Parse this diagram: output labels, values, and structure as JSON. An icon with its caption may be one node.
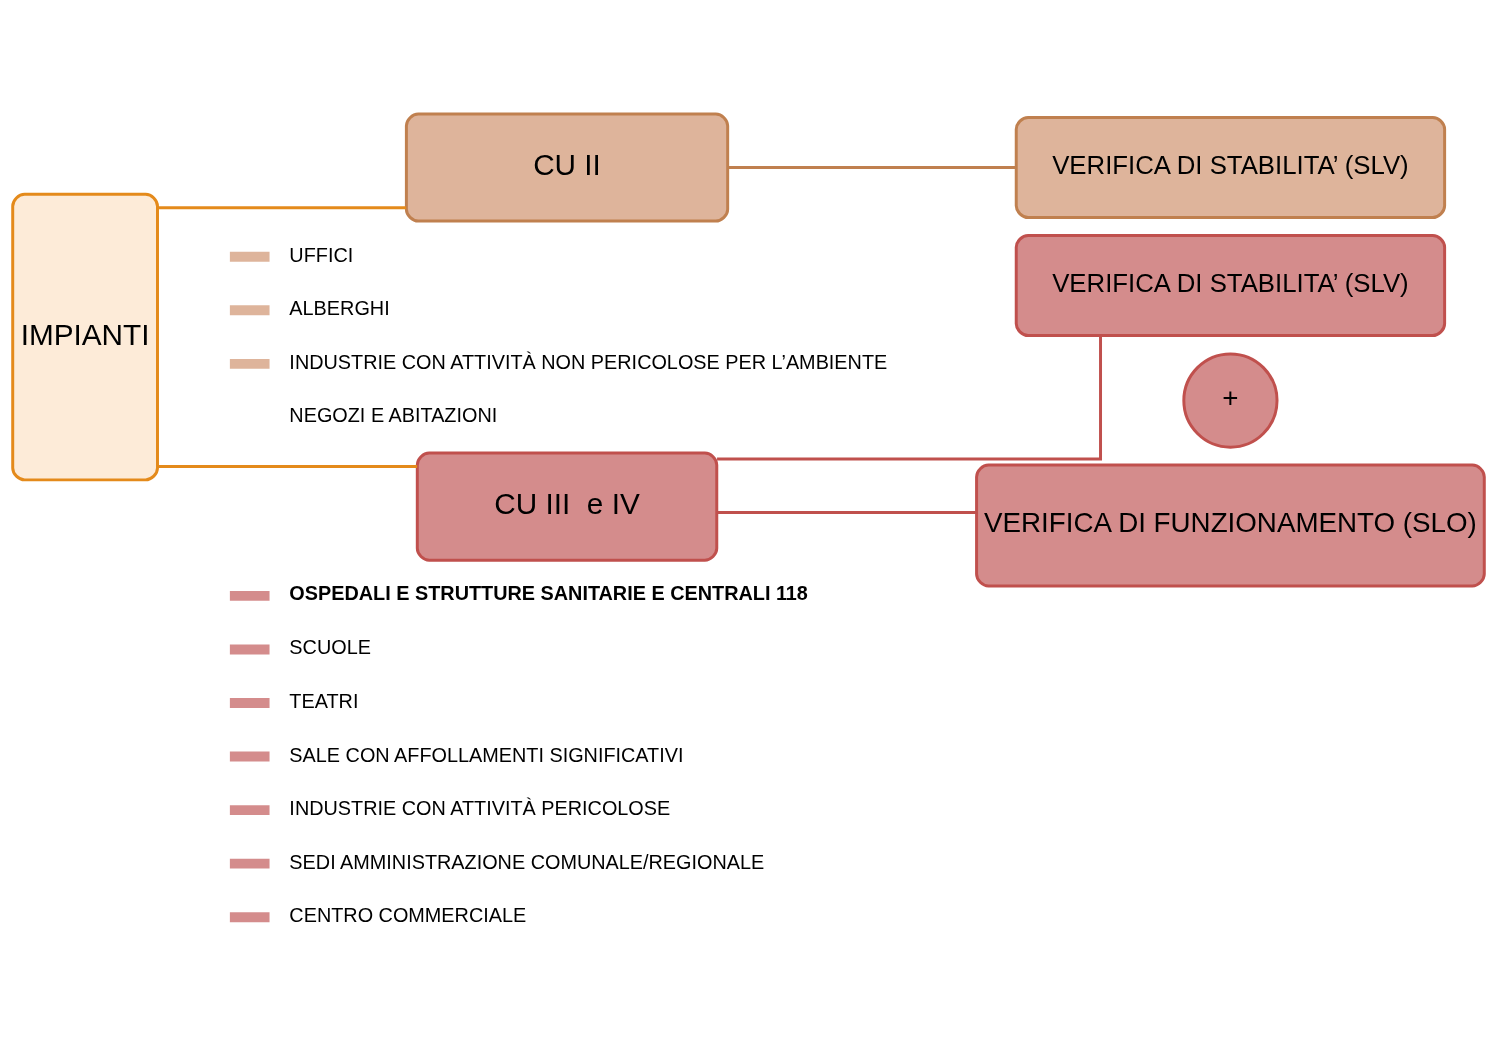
{
  "diagram": {
    "nodes": [
      {
        "text": [
          "IMPIANTI"
        ]
      },
      {
        "text": [
          "CU II"
        ]
      },
      {
        "text": [
          "VERIFICA DI STABILITA’ (SLV)"
        ]
      },
      {
        "text": [
          "VERIFICA DI STABILITA’ (SLV)"
        ]
      },
      {
        "text": [
          "CU III  e IV"
        ]
      },
      {
        "text": [
          "+"
        ]
      },
      {
        "text": [
          "VERIFICA DI FUNZIONAMENTO (SLO)"
        ]
      }
    ],
    "edges": [
      {
        "from": 0,
        "to": 1,
        "arrow": "none",
        "color": "#e48a1b"
      },
      {
        "from": 0,
        "to": 4,
        "arrow": "none",
        "color": "#e48a1b"
      },
      {
        "from": 1,
        "to": 2,
        "arrow": "none",
        "color": "#c0804f"
      },
      {
        "from": 4,
        "to": 3,
        "arrow": "none",
        "color": "#c0504d"
      },
      {
        "from": 4,
        "to": 6,
        "arrow": "none",
        "color": "#c0504d"
      }
    ],
    "labels": [
      "UFFICI",
      "ALBERGHI",
      "INDUSTRIE CON ATTIVITÀ NON PERICOLOSE PER L’AMBIENTE",
      "NEGOZI E ABITAZIONI",
      "OSPEDALI E STRUTTURE SANITARIE E CENTRALI 118",
      "SCUOLE",
      "TEATRI",
      "SALE CON AFFOLLAMENTI SIGNIFICATIVI",
      "INDUSTRIE CON ATTIVITÀ PERICOLOSE",
      "SEDI AMMINISTRAZIONE COMUNALE/REGIONALE",
      "CENTRO COMMERCIALE"
    ]
  }
}
